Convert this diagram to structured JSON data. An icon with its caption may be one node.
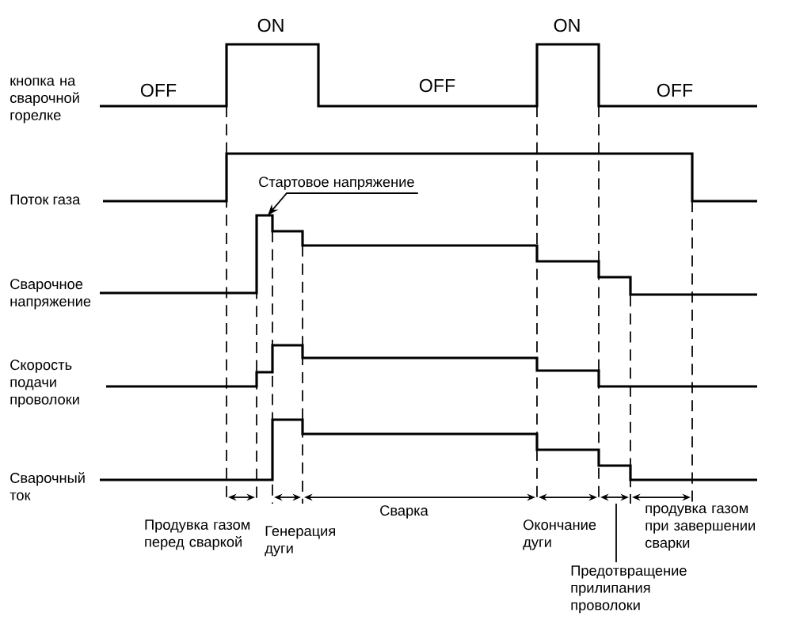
{
  "diagram": {
    "nodes": [
      {
        "text": [
          "Стартовое напряжение"
        ]
      },
      {
        "text": [
          "Предотвращение прилипания проволоки"
        ]
      }
    ],
    "edges": [
      {
        "from": 0,
        "to": null,
        "arrow": "to"
      },
      {
        "from": 1,
        "to": null,
        "arrow": "none"
      }
    ],
    "labels": [
      "ON",
      "ON",
      "кнопка на сварочной горелке",
      "OFF",
      "OFF",
      "OFF",
      "Поток газа",
      "Сварочное напряжение",
      "Скорость подачи проволоки",
      "Сварочный ток",
      "Продувка газом перед сваркой",
      "Генерация дуги",
      "Сварка",
      "Окончание дуги",
      "продувка газом при завершении сварки"
    ]
  }
}
